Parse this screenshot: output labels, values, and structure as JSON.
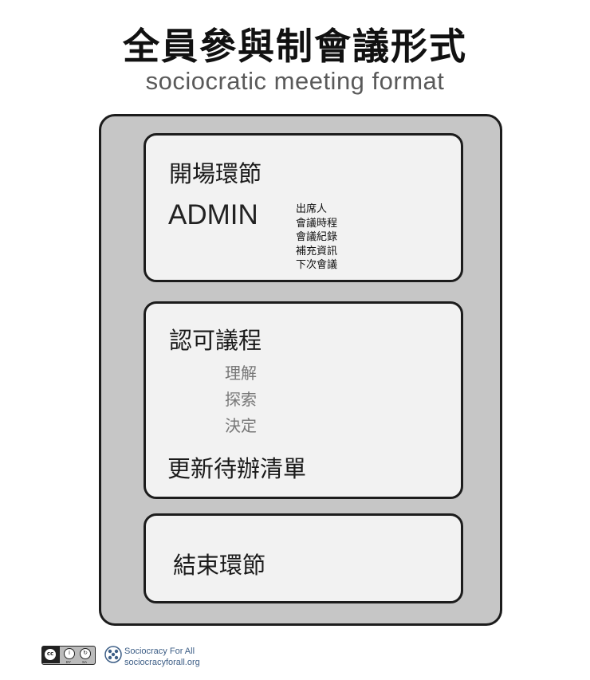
{
  "title": "全員參與制會議形式",
  "subtitle": "sociocratic meeting format",
  "colors": {
    "outer_fill": "#c6c6c6",
    "panel_fill": "#f2f2f2",
    "outline": "#1c1c1c",
    "muted_text": "#777777",
    "org_text": "#3d5e86"
  },
  "opening": {
    "heading": "開場環節",
    "admin_label": "ADMIN",
    "admin_items": [
      "出席人",
      "會議時程",
      "會議紀錄",
      "補充資訊",
      "下次會議"
    ]
  },
  "agenda": {
    "heading": "認可議程",
    "steps": [
      "理解",
      "探索",
      "決定"
    ],
    "backlog": "更新待辦清單"
  },
  "closing": {
    "heading": "結束環節"
  },
  "footer": {
    "license_icon": "creative-commons-by-sa-icon",
    "license_by": "BY",
    "license_sa": "SA",
    "org_name": "Sociocracy For All",
    "org_url": "sociocracyforall.org",
    "org_logo_icon": "sociocracy-for-all-logo-icon"
  }
}
